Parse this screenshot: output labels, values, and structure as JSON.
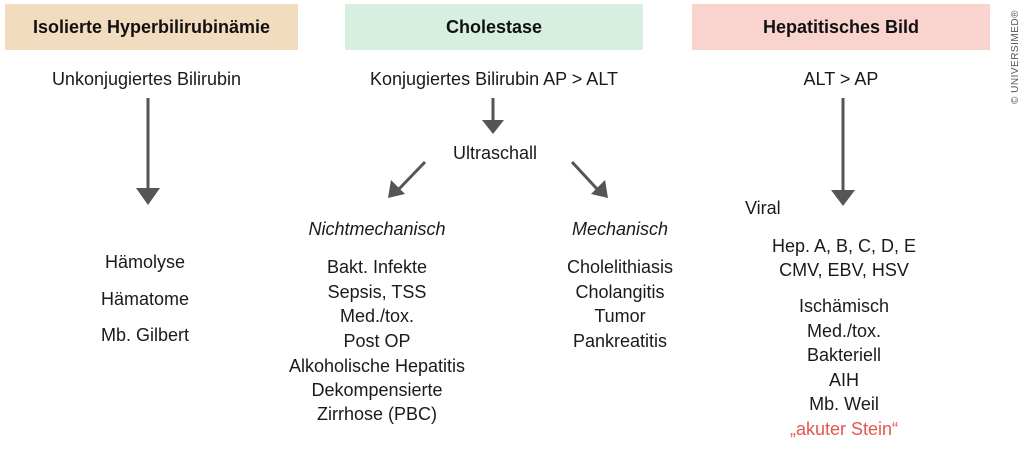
{
  "headers": [
    {
      "label": "Isolierte Hyperbilirubinämie",
      "color": "#f2dcc0"
    },
    {
      "label": "Cholestase",
      "color": "#d6efe0"
    },
    {
      "label": "Hepatitisches Bild",
      "color": "#f9d3cd"
    }
  ],
  "col1": {
    "sub": "Unkonjugiertes Bilirubin",
    "items": [
      "Hämolyse",
      "Hämatome",
      "Mb. Gilbert"
    ]
  },
  "col2": {
    "sub": "Konjugiertes Bilirubin AP > ALT",
    "mid": "Ultraschall",
    "left_title": "Nichtmechanisch",
    "left_items": [
      "Bakt. Infekte",
      "Sepsis, TSS",
      "Med./tox.",
      "Post OP",
      "Alkoholische Hepatitis",
      "Dekompensierte",
      "Zirrhose (PBC)"
    ],
    "right_title": "Mechanisch",
    "right_items": [
      "Cholelithiasis",
      "Cholangitis",
      "Tumor",
      "Pankreatitis"
    ]
  },
  "col3": {
    "sub": "ALT > AP",
    "viral_label": "Viral",
    "viral_items": [
      "Hep. A, B, C, D, E",
      "CMV, EBV, HSV"
    ],
    "other_items": [
      "Ischämisch",
      "Med./tox.",
      "Bakteriell",
      "AIH",
      "Mb. Weil"
    ],
    "highlight": "„akuter Stein“",
    "highlight_color": "#e2574c"
  },
  "copyright": "© UNIVERSIMED®",
  "arrow_color": "#555555"
}
